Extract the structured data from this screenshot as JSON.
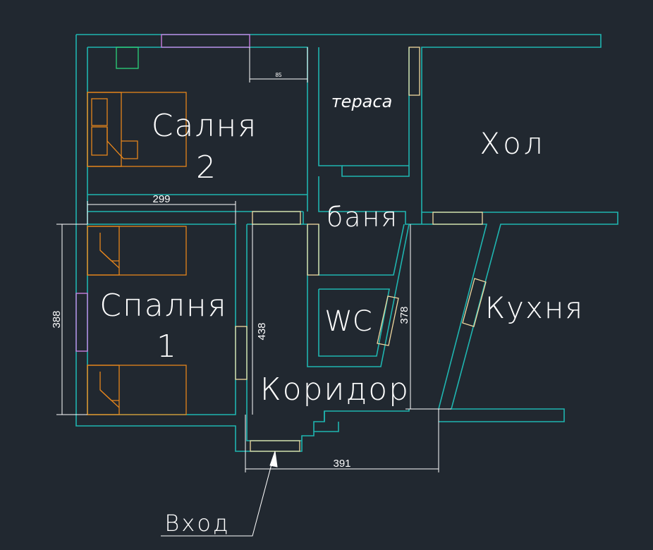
{
  "rooms": {
    "bedroom2_line1": "Салня",
    "bedroom2_line2": "2",
    "terrace": "тераса",
    "hall": "Хол",
    "bathroom": "баня",
    "bedroom1_line1": "Спалня",
    "bedroom1_line2": "1",
    "wc": "WC",
    "kitchen": "Кухня",
    "corridor": "Коридор"
  },
  "dimensions": {
    "window_width": "85",
    "bedroom1_width": "299",
    "bedroom1_height": "388",
    "corridor_length": "438",
    "bath_block_height": "378",
    "corridor_width": "391"
  },
  "entrance_label": "Вход",
  "colors": {
    "background": "#212830",
    "walls": "#1fb5b0",
    "furniture": "#e5851c",
    "doors": "#f0d9a0",
    "windows": "#c77ee0",
    "dimension_lines": "#ffffff",
    "text": "#ffffff",
    "fixtures": "#2bd37a"
  }
}
